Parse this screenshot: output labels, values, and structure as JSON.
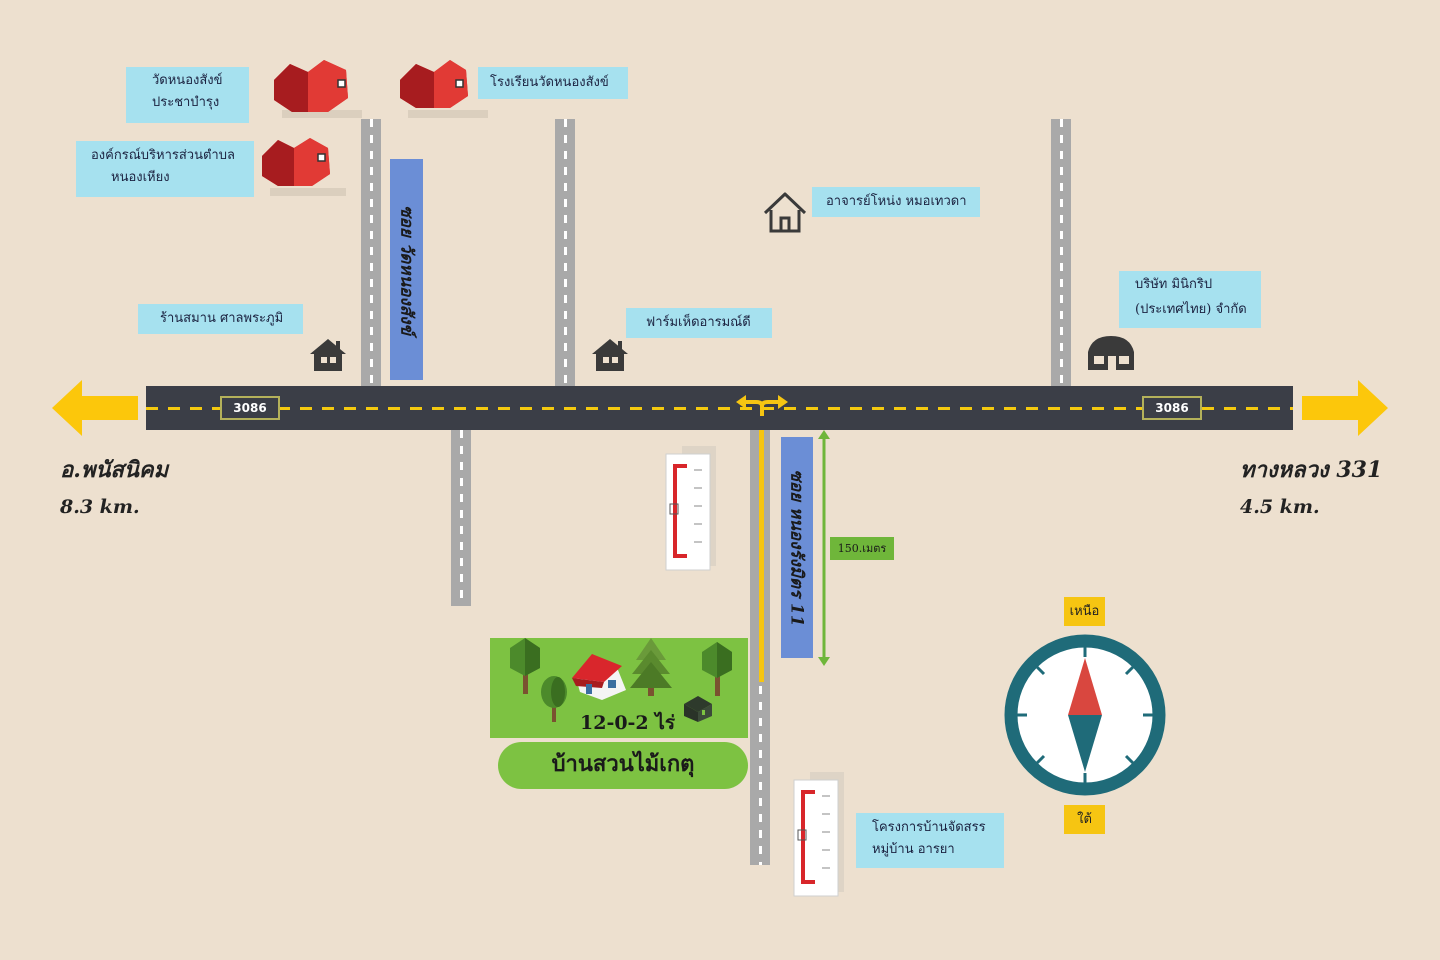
{
  "route_number": "3086",
  "left_destination": {
    "name": "อ.พนัสนิคม",
    "distance": "8.3 km."
  },
  "right_destination": {
    "name": "ทางหลวง 331",
    "distance": "4.5 km."
  },
  "soi_signs": {
    "wat": "ซอย วัดหนองสังข์",
    "nongrangmit": "ซอย หนองรังมิตร 11"
  },
  "distance_marker": "150.เมตร",
  "landmarks": {
    "temple": [
      "วัดหนองสังข์",
      "ประชาบำรุง"
    ],
    "school": "โรงเรียนวัดหนองสังข์",
    "tambon_admin": [
      "องค์กรณ์บริหารส่วนตำบล",
      "หนองเหียง"
    ],
    "teacher_house": "อาจารย์โหน่ง หมอเทวดา",
    "company": [
      "บริษัท มินิกริป",
      "(ประเทศไทย) จำกัด"
    ],
    "shop": "ร้านสมาน ศาลพระภูมิ",
    "mushroom_farm": "ฟาร์มเห็ดอารมณ์ดี",
    "housing_project": [
      "โครงการบ้านจัดสรร",
      "หมู่บ้าน อารยา"
    ]
  },
  "property": {
    "area": "12-0-2 ไร่",
    "name": "บ้านสวนไม้เกตุ"
  },
  "compass": {
    "north": "เหนือ",
    "south": "ใต้"
  },
  "colors": {
    "background": "#ede0cf",
    "road": "#3b3e47",
    "label_box": "#a6e1ef",
    "arrow": "#fcc70b",
    "property_green": "#7dc242",
    "compass_ring": "#1f6b79",
    "needle_red": "#d9473f"
  }
}
